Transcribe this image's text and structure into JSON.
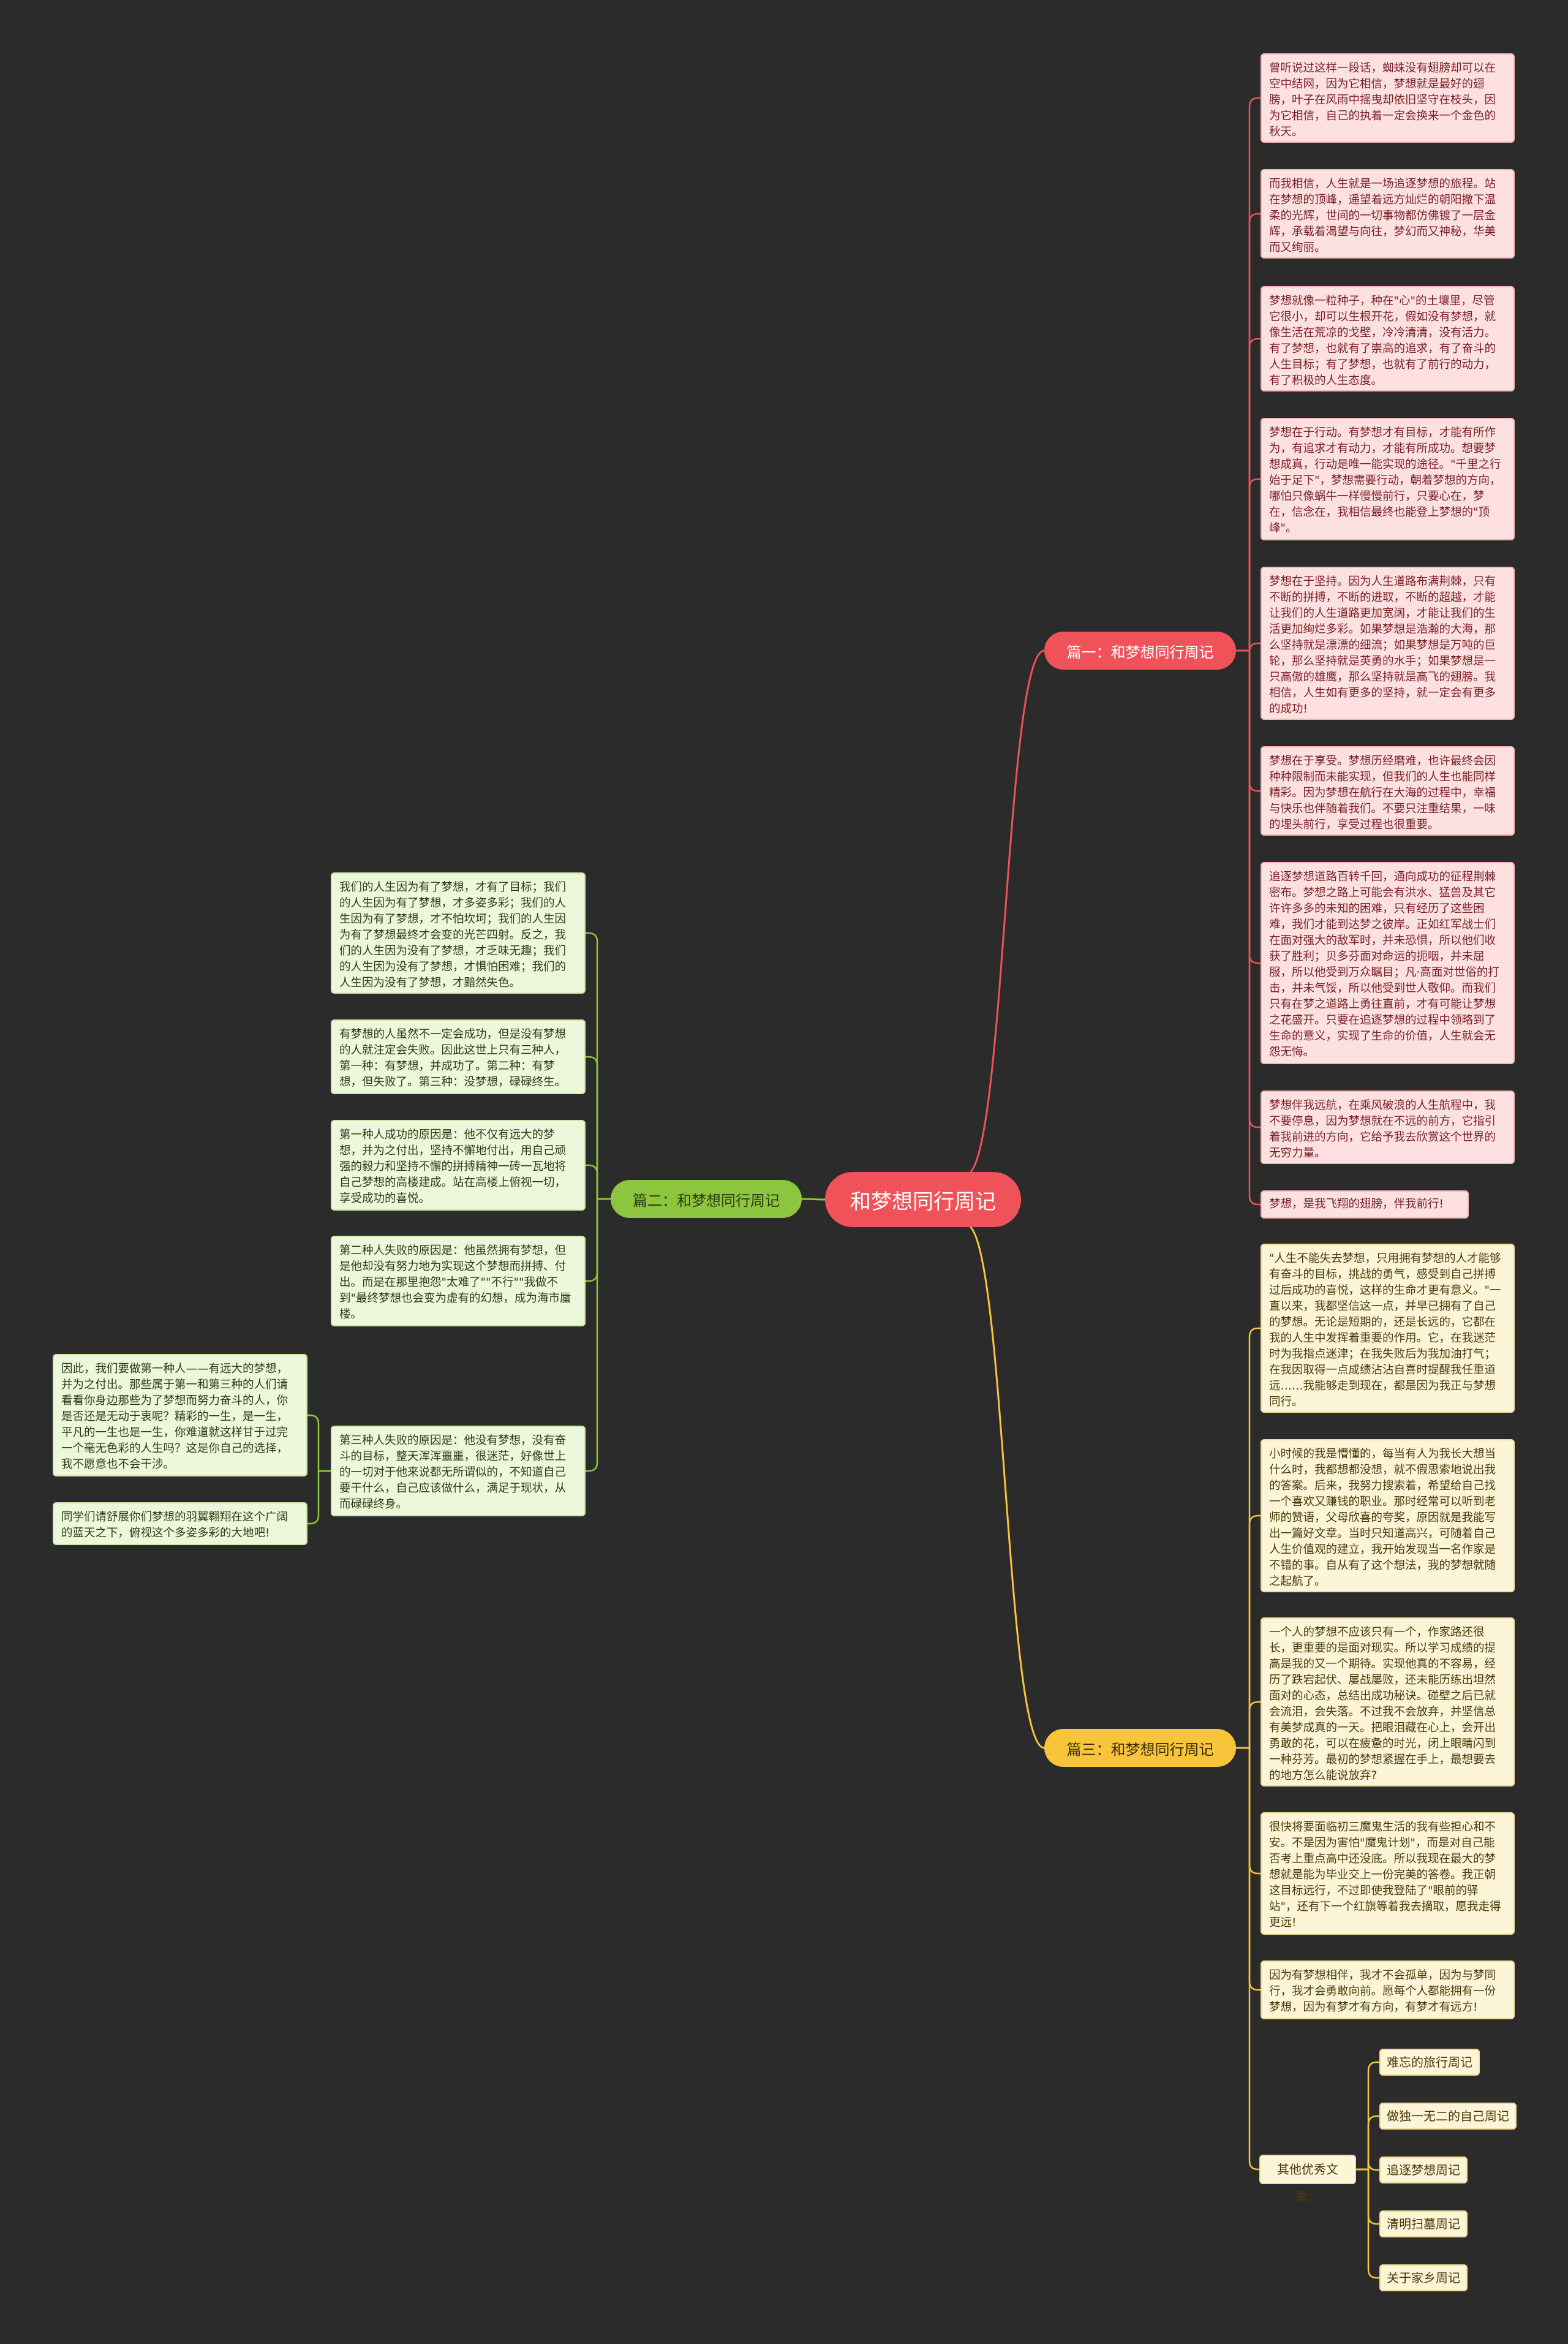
{
  "root": {
    "title": "和梦想同行周记"
  },
  "colors": {
    "background": "#2b2b2b",
    "branch1": "#f0525a",
    "branch2": "#8cc63e",
    "branch3": "#f7c43b"
  },
  "branch1": {
    "title": "篇一：和梦想同行周记",
    "items": [
      "曾听说过这样一段话，蜘蛛没有翅膀却可以在空中结网，因为它相信，梦想就是最好的翅膀，叶子在风雨中摇曳却依旧坚守在枝头，因为它相信，自己的执着一定会换来一个金色的秋天。",
      "而我相信，人生就是一场追逐梦想的旅程。站在梦想的顶峰，遥望着远方灿烂的朝阳撒下温柔的光辉，世间的一切事物都仿佛镀了一层金辉，承载着渴望与向往，梦幻而又神秘，华美而又绚丽。",
      "梦想就像一粒种子，种在\"心\"的土壤里，尽管它很小，却可以生根开花，假如没有梦想，就像生活在荒凉的戈壁，冷冷清清，没有活力。有了梦想，也就有了崇高的追求，有了奋斗的人生目标；有了梦想，也就有了前行的动力，有了积极的人生态度。",
      "梦想在于行动。有梦想才有目标，才能有所作为，有追求才有动力，才能有所成功。想要梦想成真，行动是唯一能实现的途径。\"千里之行始于足下\"，梦想需要行动，朝着梦想的方向，哪怕只像蜗牛一样慢慢前行，只要心在，梦在，信念在，我相信最终也能登上梦想的\"顶峰\"。",
      "梦想在于坚持。因为人生道路布满荆棘，只有不断的拼搏，不断的进取，不断的超越，才能让我们的人生道路更加宽阔，才能让我们的生活更加绚烂多彩。如果梦想是浩瀚的大海，那么坚持就是漂漂的细流；如果梦想是万吨的巨轮，那么坚持就是英勇的水手；如果梦想是一只高傲的雄鹰，那么坚持就是高飞的翅膀。我相信，人生如有更多的坚持，就一定会有更多的成功!",
      "梦想在于享受。梦想历经磨难，也许最终会因种种限制而未能实现，但我们的人生也能同样精彩。因为梦想在航行在大海的过程中，幸福与快乐也伴随着我们。不要只注重结果，一味的埋头前行，享受过程也很重要。",
      "追逐梦想道路百转千回，通向成功的征程荆棘密布。梦想之路上可能会有洪水、猛兽及其它许许多多的未知的困难，只有经历了这些困难，我们才能到达梦之彼岸。正如红军战士们在面对强大的敌军时，并未恐惧，所以他们收获了胜利；贝多芬面对命运的扼咽，并未屈服，所以他受到万众瞩目；凡·高面对世俗的打击，并未气馁，所以他受到世人敬仰。而我们只有在梦之道路上勇往直前，才有可能让梦想之花盛开。只要在追逐梦想的过程中领略到了生命的意义，实现了生命的价值，人生就会无怨无悔。",
      "梦想伴我远航，在乘风破浪的人生航程中，我不要停息，因为梦想就在不远的前方，它指引着我前进的方向，它给予我去欣赏这个世界的无穷力量。",
      "梦想，是我飞翔的翅膀，伴我前行!"
    ]
  },
  "branch2": {
    "title": "篇二：和梦想同行周记",
    "items": [
      "我们的人生因为有了梦想，才有了目标；我们的人生因为有了梦想，才多姿多彩；我们的人生因为有了梦想，才不怕坎坷；我们的人生因为有了梦想最终才会变的光芒四射。反之，我们的人生因为没有了梦想，才乏味无趣；我们的人生因为没有了梦想，才惧怕困难；我们的人生因为没有了梦想，才黯然失色。",
      "有梦想的人虽然不一定会成功，但是没有梦想的人就注定会失败。因此这世上只有三种人，第一种：有梦想，并成功了。第二种：有梦想，但失败了。第三种：没梦想，碌碌终生。",
      "第一种人成功的原因是：他不仅有远大的梦想，并为之付出，坚持不懈地付出，用自己顽强的毅力和坚持不懈的拼搏精神一砖一瓦地将自己梦想的高楼建成。站在高楼上俯视一切，享受成功的喜悦。",
      "第二种人失败的原因是：他虽然拥有梦想，但是他却没有努力地为实现这个梦想而拼搏、付出。而是在那里抱怨\"太难了\"\"不行\"\"我做不到\"最终梦想也会变为虚有的幻想，成为海市蜃楼。",
      "第三种人失败的原因是：他没有梦想，没有奋斗的目标，整天浑浑噩噩，很迷茫，好像世上的一切对于他来说都无所谓似的，不知道自己要干什么，自己应该做什么，满足于现状，从而碌碌终身。"
    ],
    "sub": [
      "因此，我们要做第一种人——有远大的梦想，并为之付出。那些属于第一和第三种的人们请看看你身边那些为了梦想而努力奋斗的人，你是否还是无动于衷呢？精彩的一生，是一生，平凡的一生也是一生，你难道就这样甘于过完一个毫无色彩的人生吗？这是你自己的选择，我不愿意也不会干涉。",
      "同学们请舒展你们梦想的羽翼翱翔在这个广阔的蓝天之下，俯视这个多姿多彩的大地吧!"
    ]
  },
  "branch3": {
    "title": "篇三：和梦想同行周记",
    "items": [
      "\"人生不能失去梦想，只用拥有梦想的人才能够有奋斗的目标，挑战的勇气，感受到自己拼搏过后成功的喜悦，这样的生命才更有意义。\"一直以来，我都坚信这一点，并早已拥有了自己的梦想。无论是短期的，还是长远的，它都在我的人生中发挥着重要的作用。它，在我迷茫时为我指点迷津；在我失败后为我加油打气；在我因取得一点成绩沾沾自喜时提醒我任重道远……我能够走到现在，都是因为我正与梦想同行。",
      "小时候的我是懵懂的，每当有人为我长大想当什么时，我都想都没想，就不假思索地说出我的答案。后来，我努力搜索着，希望给自己找一个喜欢又赚钱的职业。那时经常可以听到老师的赞语，父母欣喜的夸奖，原因就是我能写出一篇好文章。当时只知道高兴，可随着自己人生价值观的建立，我开始发现当一名作家是不错的事。自从有了这个想法，我的梦想就随之起航了。",
      "一个人的梦想不应该只有一个，作家路还很长，更重要的是面对现实。所以学习成绩的提高是我的又一个期待。实现他真的不容易，经历了跌宕起伏、屡战屡败，还未能历练出坦然面对的心态，总结出成功秘诀。碰壁之后已就会流泪，会失落。不过我不会放弃，并坚信总有美梦成真的一天。把眼泪藏在心上，会开出勇敢的花，可以在疲惫的时光，闭上眼睛闪到一种芬芳。最初的梦想紧握在手上，最想要去的地方怎么能说放弃?",
      "很快将要面临初三魔鬼生活的我有些担心和不安。不是因为害怕\"魔鬼计划\"，而是对自己能否考上重点高中还没底。所以我现在最大的梦想就是能为毕业交上一份完美的答卷。我正朝这目标远行，不过即使我登陆了\"眼前的驿站\"，还有下一个红旗等着我去摘取，愿我走得更远!",
      "因为有梦想相伴，我才不会孤单，因为与梦同行，我才会勇敢向前。愿每个人都能拥有一份梦想，因为有梦才有方向，有梦才有远方!"
    ],
    "other_label": "其他优秀文章：",
    "links": [
      "难忘的旅行周记",
      "做独一无二的自己周记",
      "追逐梦想周记",
      "清明扫墓周记",
      "关于家乡周记"
    ]
  }
}
